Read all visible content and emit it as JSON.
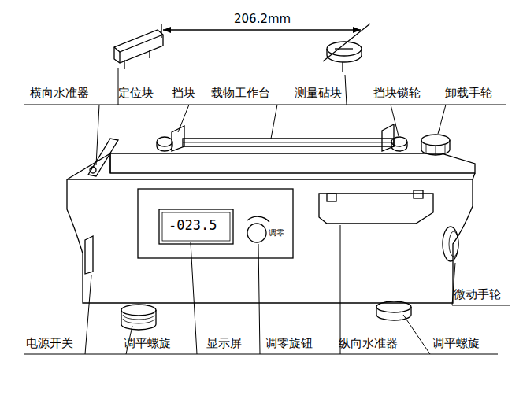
{
  "diagram": {
    "labels": [
      "206.2mm",
      "横向水准器",
      "定位块",
      "挡块",
      "载物工作台",
      "测量砧块",
      "挡块锁轮",
      "卸载手轮",
      "-023.5",
      "调零",
      "微动手轮",
      "电源开关",
      "调平螺旋",
      "显示屏",
      "调零旋钮",
      "纵向水准器",
      "调平螺旋"
    ]
  }
}
